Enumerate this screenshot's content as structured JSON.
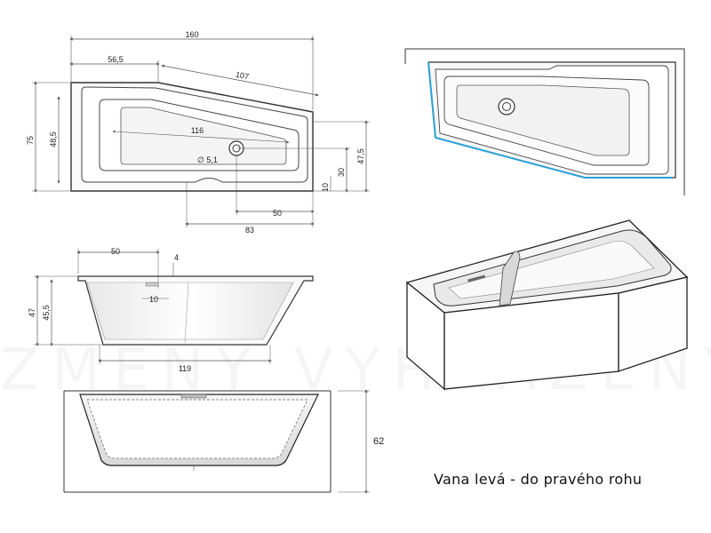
{
  "caption": "Vana levá - do pravého rohu",
  "top_view": {
    "dims": {
      "total_width": "160",
      "left_width": "56,5",
      "diagonal": "107",
      "inner_length": "116",
      "height": "75",
      "inner_height": "48,5",
      "right_height": "47,5",
      "drain_diameter": "∅ 5,1",
      "drain_y": "30",
      "edge": "10",
      "drain_x": "50",
      "right_depth": "83"
    }
  },
  "front_view": {
    "dims": {
      "drain_offset": "50",
      "rim": "4",
      "drain_width": "10",
      "height_outer": "47",
      "height_inner": "45,5",
      "bottom_length": "119"
    }
  },
  "side_view": {
    "dims": {
      "height": "62"
    }
  },
  "colors": {
    "line": "#333333",
    "dim_line": "#555555",
    "accent": "#2a9fd8"
  }
}
